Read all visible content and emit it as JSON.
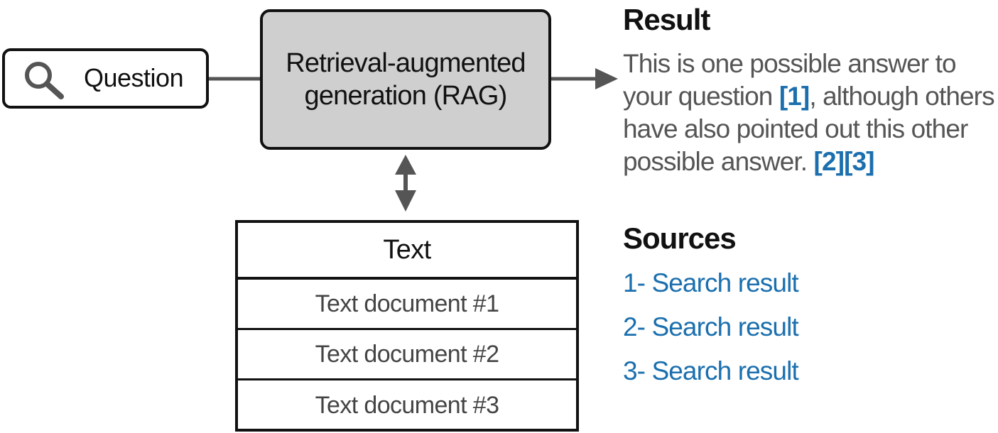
{
  "question": {
    "label": "Question",
    "icon": "search-icon"
  },
  "rag": {
    "label": "Retrieval-augmented generation (RAG)"
  },
  "text_table": {
    "header": "Text",
    "rows": [
      "Text document #1",
      "Text document #2",
      "Text document #3"
    ]
  },
  "result": {
    "title": "Result",
    "part1": "This is one possible answer to your question ",
    "cite1": "[1]",
    "part2": ", although others have also pointed out this other possible answer. ",
    "cite2": "[2]",
    "cite3": "[3]"
  },
  "sources": {
    "title": "Sources",
    "items": [
      "1- Search result",
      "2- Search result",
      "3- Search result"
    ]
  },
  "colors": {
    "accent": "#1b6fae",
    "box_fill": "#cfcfcf",
    "arrow": "#555555"
  }
}
